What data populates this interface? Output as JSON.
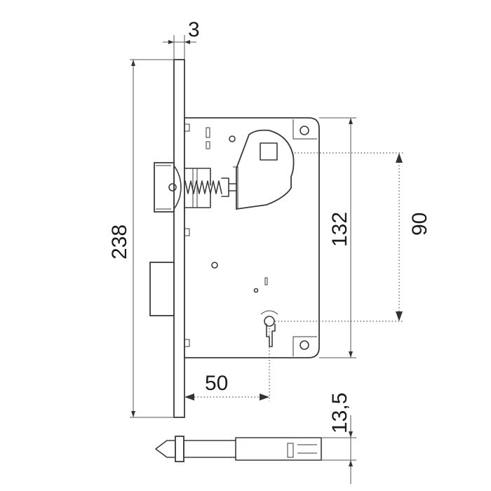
{
  "dimensions": {
    "faceplate_thickness": "3",
    "faceplate_height": "238",
    "case_height": "132",
    "handle_to_key_spacing": "90",
    "backset": "50",
    "bolt_height": "13,5"
  },
  "colors": {
    "line": "#3a3a3a",
    "background": "#ffffff",
    "text": "#1a1a1a"
  }
}
